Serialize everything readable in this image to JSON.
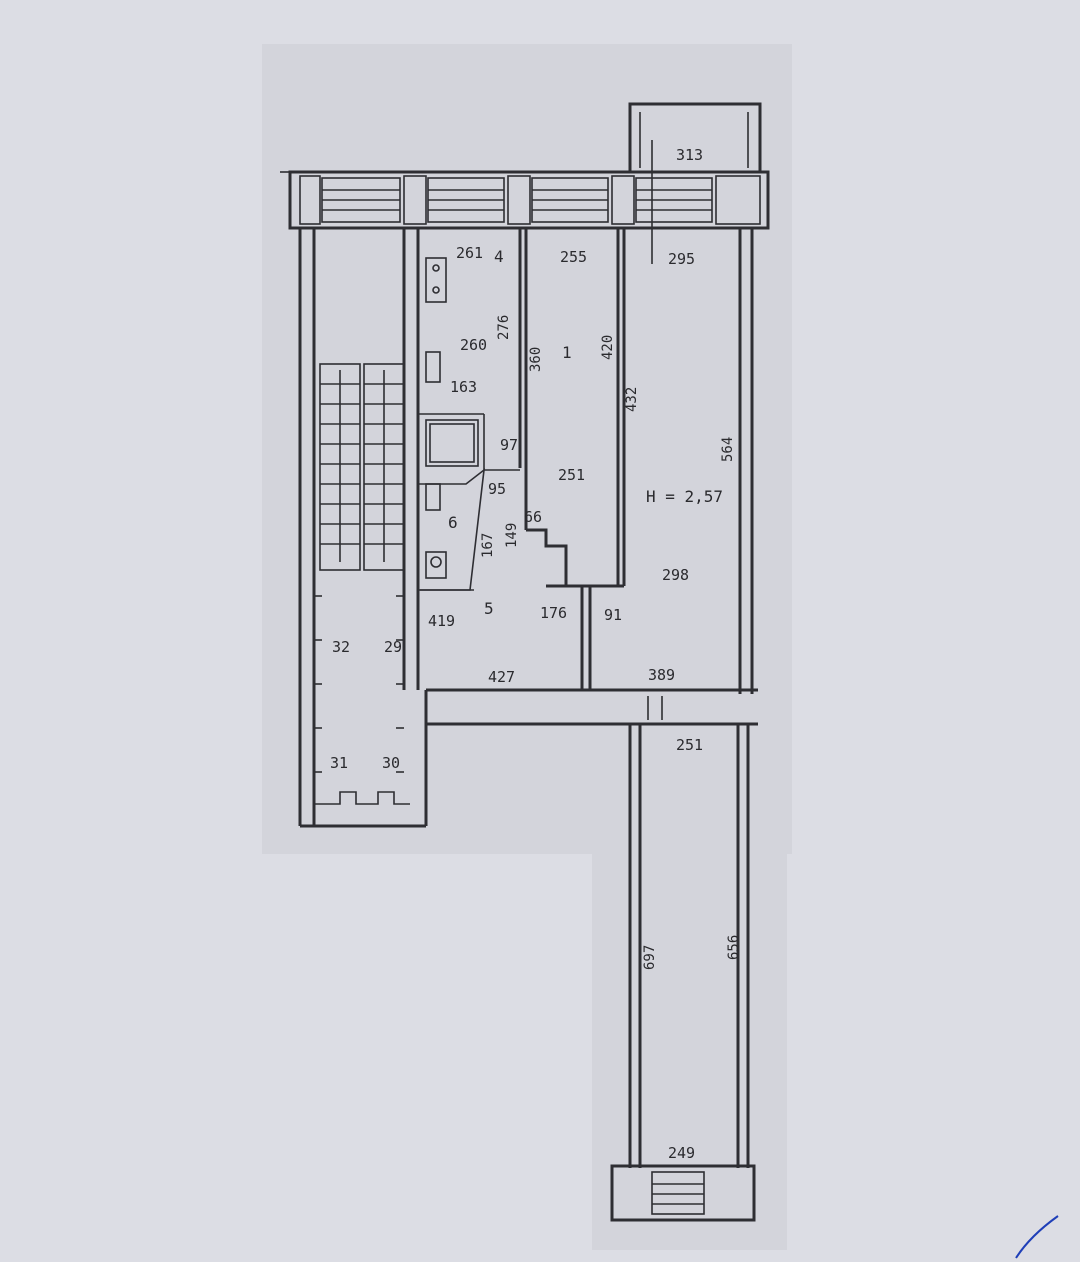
{
  "plan": {
    "dimensions": {
      "d_313": "313",
      "d_261": "261",
      "d_255": "255",
      "d_295": "295",
      "d_260": "260",
      "d_276": "276",
      "d_360": "360",
      "d_420": "420",
      "d_163": "163",
      "d_432": "432",
      "d_564": "564",
      "d_97": "97",
      "d_95": "95",
      "d_251a": "251",
      "d_66": "66",
      "d_167": "167",
      "d_149": "149",
      "d_298": "298",
      "d_419": "419",
      "d_176": "176",
      "d_91": "91",
      "d_427": "427",
      "d_389": "389",
      "d_251b": "251",
      "d_32": "32",
      "d_29": "29",
      "d_31": "31",
      "d_30": "30",
      "d_697": "697",
      "d_656": "656",
      "d_249": "249"
    },
    "room_labels": {
      "room_1": "1",
      "room_4": "4",
      "room_5": "5",
      "room_6": "6",
      "height_note": "H = 2,57"
    }
  }
}
